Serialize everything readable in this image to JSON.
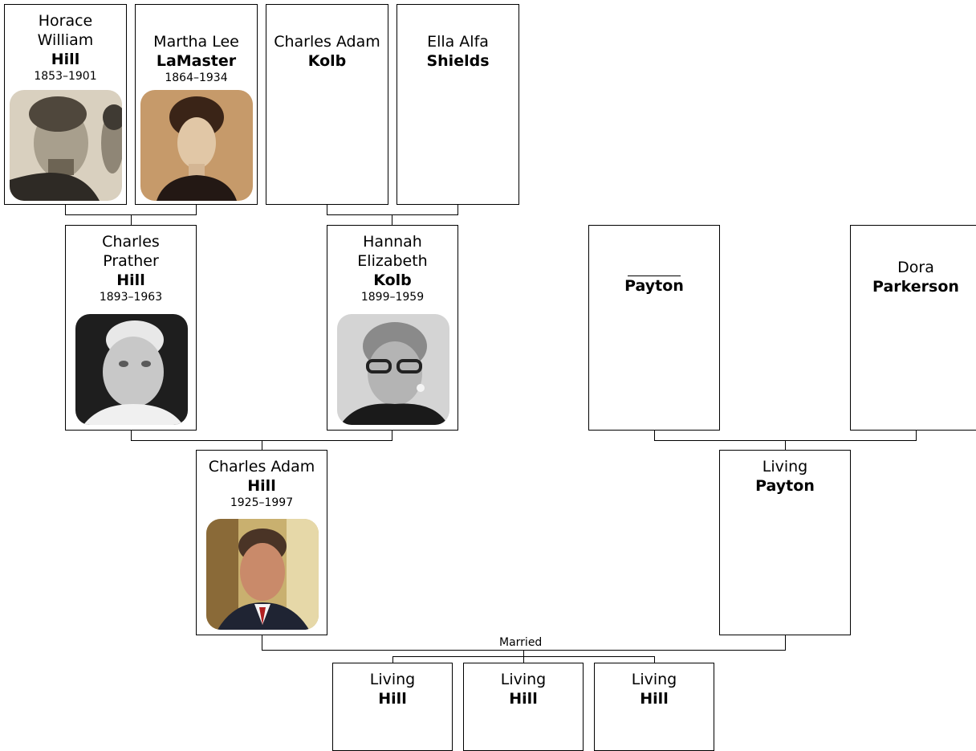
{
  "family_tree": {
    "people": {
      "horace": {
        "given": "Horace William",
        "given_line1": "Horace",
        "given_line2": "William",
        "surname": "Hill",
        "dates": "1853–1901"
      },
      "martha": {
        "given": "Martha Lee",
        "surname": "LaMaster",
        "dates": "1864–1934"
      },
      "charles_kolb": {
        "given": "Charles Adam",
        "surname": "Kolb"
      },
      "ella": {
        "given": "Ella Alfa",
        "surname": "Shields"
      },
      "charles_prather": {
        "given_line1": "Charles",
        "given_line2": "Prather",
        "surname": "Hill",
        "dates": "1893–1963"
      },
      "hannah": {
        "given_line1": "Hannah",
        "given_line2": "Elizabeth",
        "surname": "Kolb",
        "dates": "1899–1959"
      },
      "payton_father": {
        "given": "",
        "surname": "Payton"
      },
      "dora": {
        "given": "Dora",
        "surname": "Parkerson"
      },
      "charles_adam_hill": {
        "given": "Charles Adam",
        "surname": "Hill",
        "dates": "1925–1997"
      },
      "living_payton": {
        "given": "Living",
        "surname": "Payton"
      },
      "child1": {
        "given": "Living",
        "surname": "Hill"
      },
      "child2": {
        "given": "Living",
        "surname": "Hill"
      },
      "child3": {
        "given": "Living",
        "surname": "Hill"
      }
    },
    "union_label": "Married"
  }
}
